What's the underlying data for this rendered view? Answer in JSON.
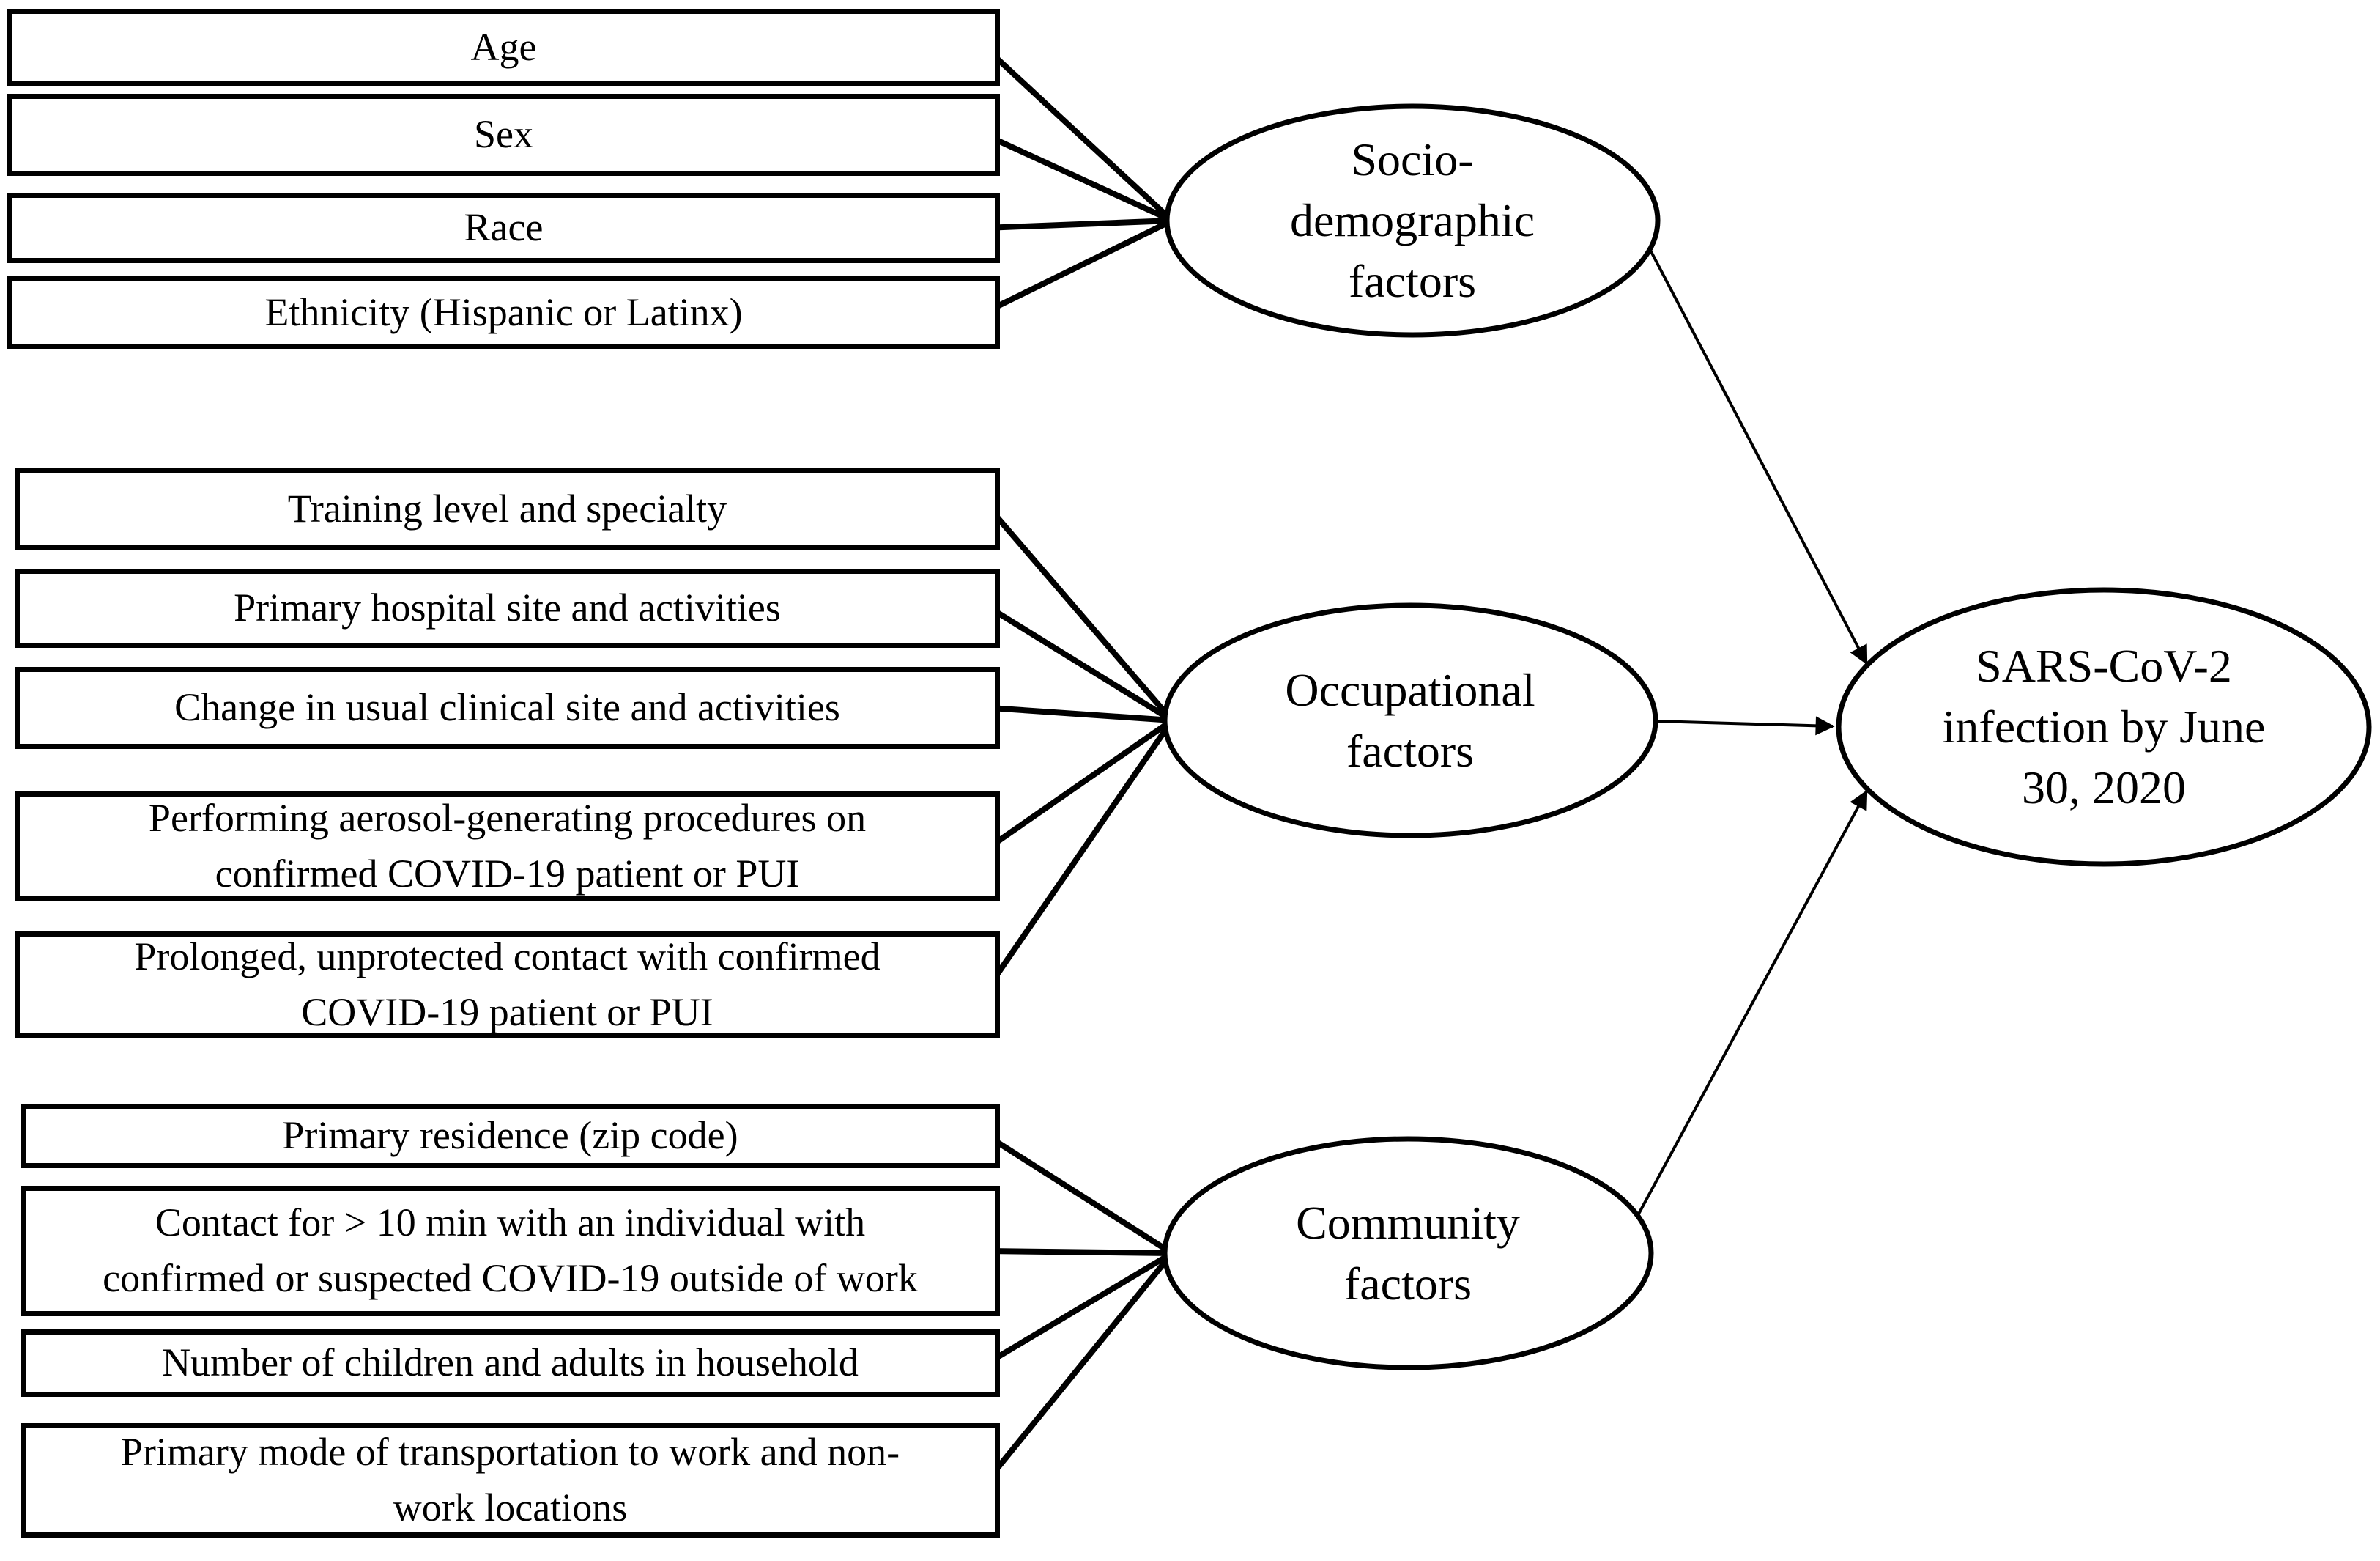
{
  "diagram": {
    "background_color": "#ffffff",
    "stroke_color": "#000000",
    "groups": [
      {
        "id": "sociodemographic",
        "ellipse_label": "Socio-\ndemographic\nfactors",
        "boxes": [
          "Age",
          "Sex",
          "Race",
          "Ethnicity (Hispanic or Latinx)"
        ]
      },
      {
        "id": "occupational",
        "ellipse_label": "Occupational\nfactors",
        "boxes": [
          "Training level and specialty",
          "Primary hospital site and activities",
          "Change in usual clinical site and activities",
          "Performing aerosol-generating procedures on\nconfirmed COVID-19 patient or PUI",
          "Prolonged, unprotected contact with confirmed\nCOVID-19 patient or PUI"
        ]
      },
      {
        "id": "community",
        "ellipse_label": "Community\nfactors",
        "boxes": [
          "Primary residence (zip code)",
          "Contact for > 10 min with an individual with\nconfirmed or suspected COVID-19 outside of work",
          "Number of children and adults in household",
          "Primary mode of transportation to work and non-\nwork locations"
        ]
      }
    ],
    "outcome_label": "SARS-CoV-2\ninfection by June\n30, 2020"
  }
}
